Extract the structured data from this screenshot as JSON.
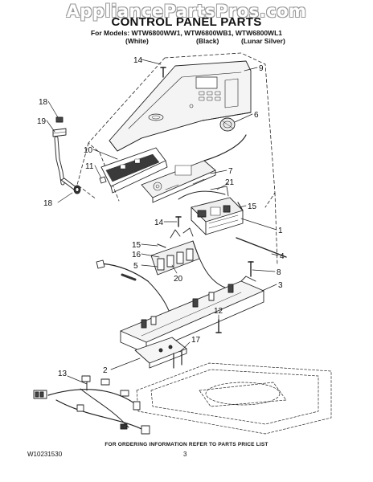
{
  "watermark": "AppliancePartsPros.com",
  "title": "CONTROL PANEL PARTS",
  "models_line": "For Models: WTW6800WW1, WTW6800WB1, WTW6800WL1",
  "color_variants": [
    "(White)",
    "(Black)",
    "(Lunar Silver)"
  ],
  "callouts": [
    "14",
    "9",
    "18",
    "6",
    "19",
    "10",
    "7",
    "11",
    "21",
    "18",
    "15",
    "14",
    "1",
    "15",
    "4",
    "16",
    "5",
    "8",
    "20",
    "3",
    "12",
    "17",
    "2",
    "13"
  ],
  "footer_note": "FOR ORDERING INFORMATION REFER TO PARTS PRICE LIST",
  "doc_number": "W10231530",
  "page_number": "3"
}
